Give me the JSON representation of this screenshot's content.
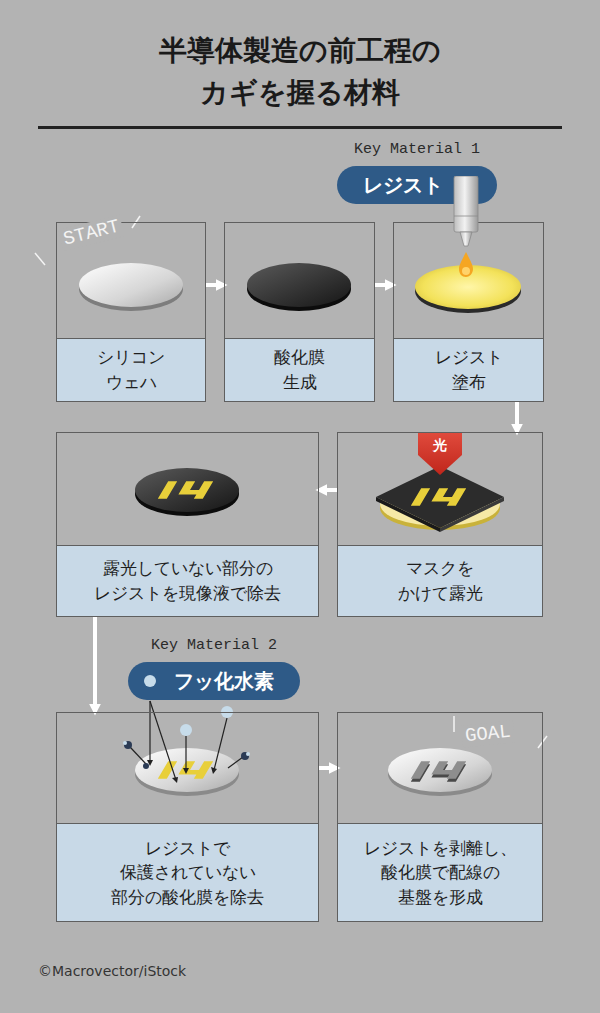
{
  "diagram": {
    "title": "半導体製造の前工程の カギを握る材料",
    "nodes": [
      {
        "text": [
          "Key Material 1",
          "レジスト"
        ]
      },
      {
        "text": [
          "シリコン ウェハ"
        ]
      },
      {
        "text": [
          "酸化膜 生成"
        ]
      },
      {
        "text": [
          "レジスト 塗布"
        ]
      },
      {
        "text": [
          "露光していない部分の レジストを現像液で除去"
        ]
      },
      {
        "text": [
          "マスクを かけて露光"
        ]
      },
      {
        "text": [
          "Key Material 2",
          "フッ化水素"
        ]
      },
      {
        "text": [
          "レジストで 保護されていない 部分の酸化膜を除去"
        ]
      },
      {
        "text": [
          "レジストを剥離し、 酸化膜で配線の 基盤を形成"
        ]
      }
    ],
    "edges": [
      {
        "from": 1,
        "to": 2,
        "arrow": "to"
      },
      {
        "from": 2,
        "to": 3,
        "arrow": "to"
      },
      {
        "from": 3,
        "to": 5,
        "arrow": "to"
      },
      {
        "from": 5,
        "to": 4,
        "arrow": "to"
      },
      {
        "from": 4,
        "to": 7,
        "arrow": "to"
      },
      {
        "from": 7,
        "to": 8,
        "arrow": "to"
      }
    ],
    "labels": [
      "START",
      "光",
      "GOAL",
      "©Macrovector/iStock"
    ]
  }
}
